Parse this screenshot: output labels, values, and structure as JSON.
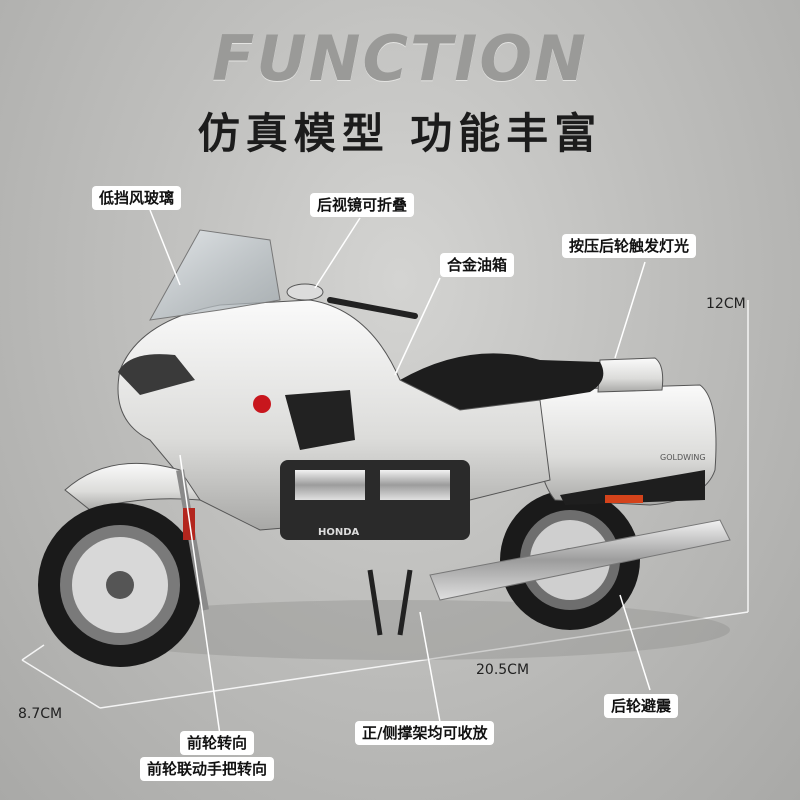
{
  "heading": {
    "english": "FUNCTION",
    "chinese": "仿真模型 功能丰富"
  },
  "callouts": {
    "windshield": "低挡风玻璃",
    "mirror": "后视镜可折叠",
    "tank": "合金油箱",
    "rear_light": "按压后轮触发灯光",
    "rear_shock": "后轮避震",
    "stand": "正/侧撑架均可收放",
    "front_steer_1": "前轮转向",
    "front_steer_2": "前轮联动手把转向"
  },
  "dimensions": {
    "height": "12CM",
    "length": "20.5CM",
    "width": "8.7CM"
  },
  "bike": {
    "engine_brand": "HONDA",
    "case_brand": "GOLDWING",
    "body_color": "#e8e8e6",
    "accent_color": "#c8161d"
  }
}
